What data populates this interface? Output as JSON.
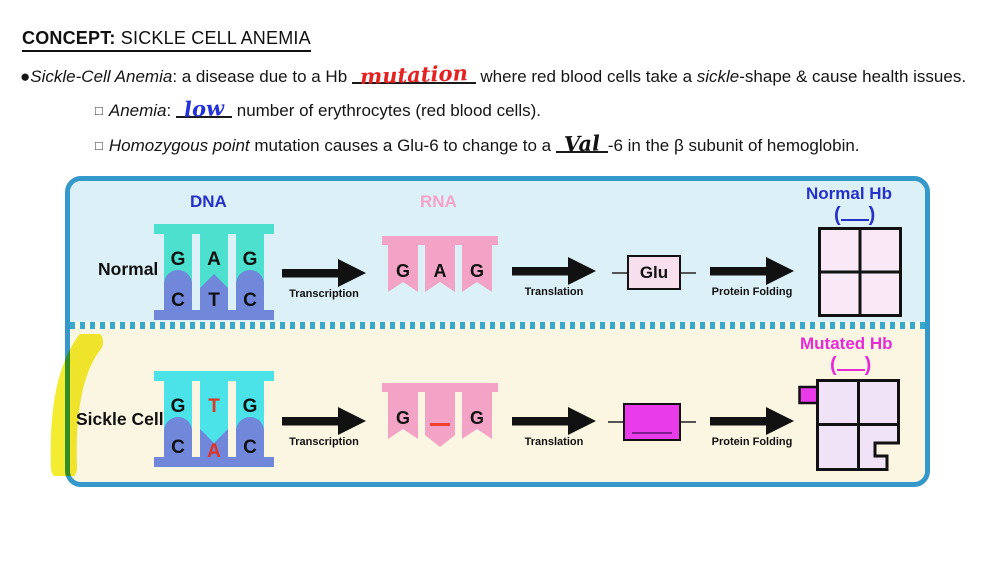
{
  "colors": {
    "panel_border": "#3598CB",
    "normal_bg": "#DCF0F7",
    "sickle_bg": "#FAF6E2",
    "dna_turquoise": "#4EE0CF",
    "dna_cyan": "#4BE2E8",
    "dna_periwinkle": "#7087DA",
    "rna_pink": "#F2A3C6",
    "magenta": "#E93BE9",
    "hb_fill_normal": "#F9E9F6",
    "hb_fill_mutated": "#F0E3F7",
    "handwriting_red": "#E32222",
    "handwriting_blue": "#2433D8",
    "highlight_yellow": "#F3EA1F",
    "mutant_base_red": "#E03424"
  },
  "header": {
    "label": "CONCEPT:",
    "title": " SICKLE CELL ANEMIA"
  },
  "notes": {
    "bullet_glyph": "●",
    "sub_glyph": "□",
    "line1": {
      "term": "Sickle-Cell Anemia",
      "mid1": ": a disease due to a Hb ",
      "blank": "mutation",
      "mid2": " where red blood cells take a ",
      "italic2": "sickle",
      "end": "-shape & cause health issues."
    },
    "line2": {
      "term": "Anemia",
      "pre": ": ",
      "blank": "low",
      "end": " number of erythrocytes (red blood cells)."
    },
    "line3": {
      "term": "Homozygous point",
      "mid1": " mutation causes a Glu-6 to change to a ",
      "blank": "Val",
      "end": "-6 in the β subunit of hemoglobin."
    }
  },
  "diagram": {
    "steps": {
      "transcription": "Transcription",
      "translation": "Translation",
      "folding": "Protein Folding"
    },
    "blank_parens": {
      "open": "(",
      "close": ")"
    },
    "normal_row": {
      "label": "Normal",
      "dna_title": "DNA",
      "rna_title": "RNA",
      "product_title": "Normal Hb",
      "dna_top": [
        "G",
        "A",
        "G"
      ],
      "dna_bottom": [
        "C",
        "T",
        "C"
      ],
      "rna_letters": [
        "G",
        "A",
        "G"
      ],
      "amino_acid": "Glu"
    },
    "sickle_row": {
      "label": "Sickle Cell",
      "product_title": "Mutated Hb",
      "dna_top": [
        "G",
        "T",
        "G"
      ],
      "dna_bottom": [
        "C",
        "A",
        "C"
      ],
      "rna_letters": [
        "G",
        "G"
      ]
    }
  }
}
